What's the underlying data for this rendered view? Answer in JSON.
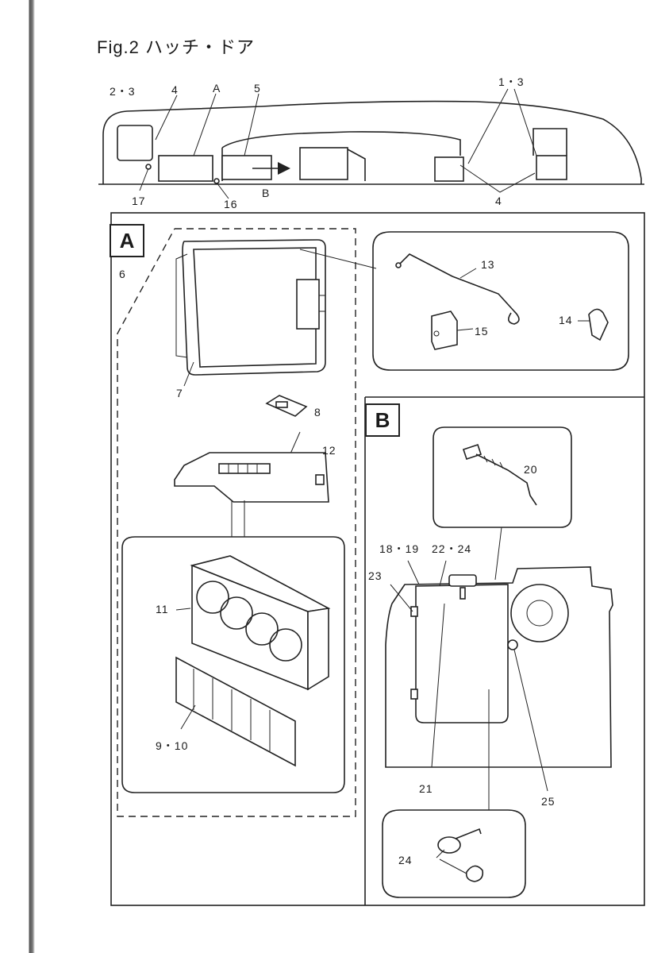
{
  "title": "Fig.2 ハッチ・ドア",
  "overview": {
    "labels": {
      "l_2_3": "2・3",
      "l_4_top": "4",
      "l_A": "A",
      "l_5": "5",
      "l_1_3": "1・3",
      "l_17": "17",
      "l_16": "16",
      "l_B": "B",
      "l_4_bottom": "4"
    }
  },
  "panel_a": {
    "tag": "A",
    "labels": {
      "l_6": "6",
      "l_7": "7",
      "l_8": "8",
      "l_12": "12",
      "l_11": "11",
      "l_9_10": "9・10",
      "l_13": "13",
      "l_14": "14",
      "l_15": "15"
    }
  },
  "panel_b": {
    "tag": "B",
    "labels": {
      "l_20": "20",
      "l_18_19": "18・19",
      "l_22_24": "22・24",
      "l_23": "23",
      "l_21": "21",
      "l_25": "25",
      "l_24": "24"
    }
  }
}
